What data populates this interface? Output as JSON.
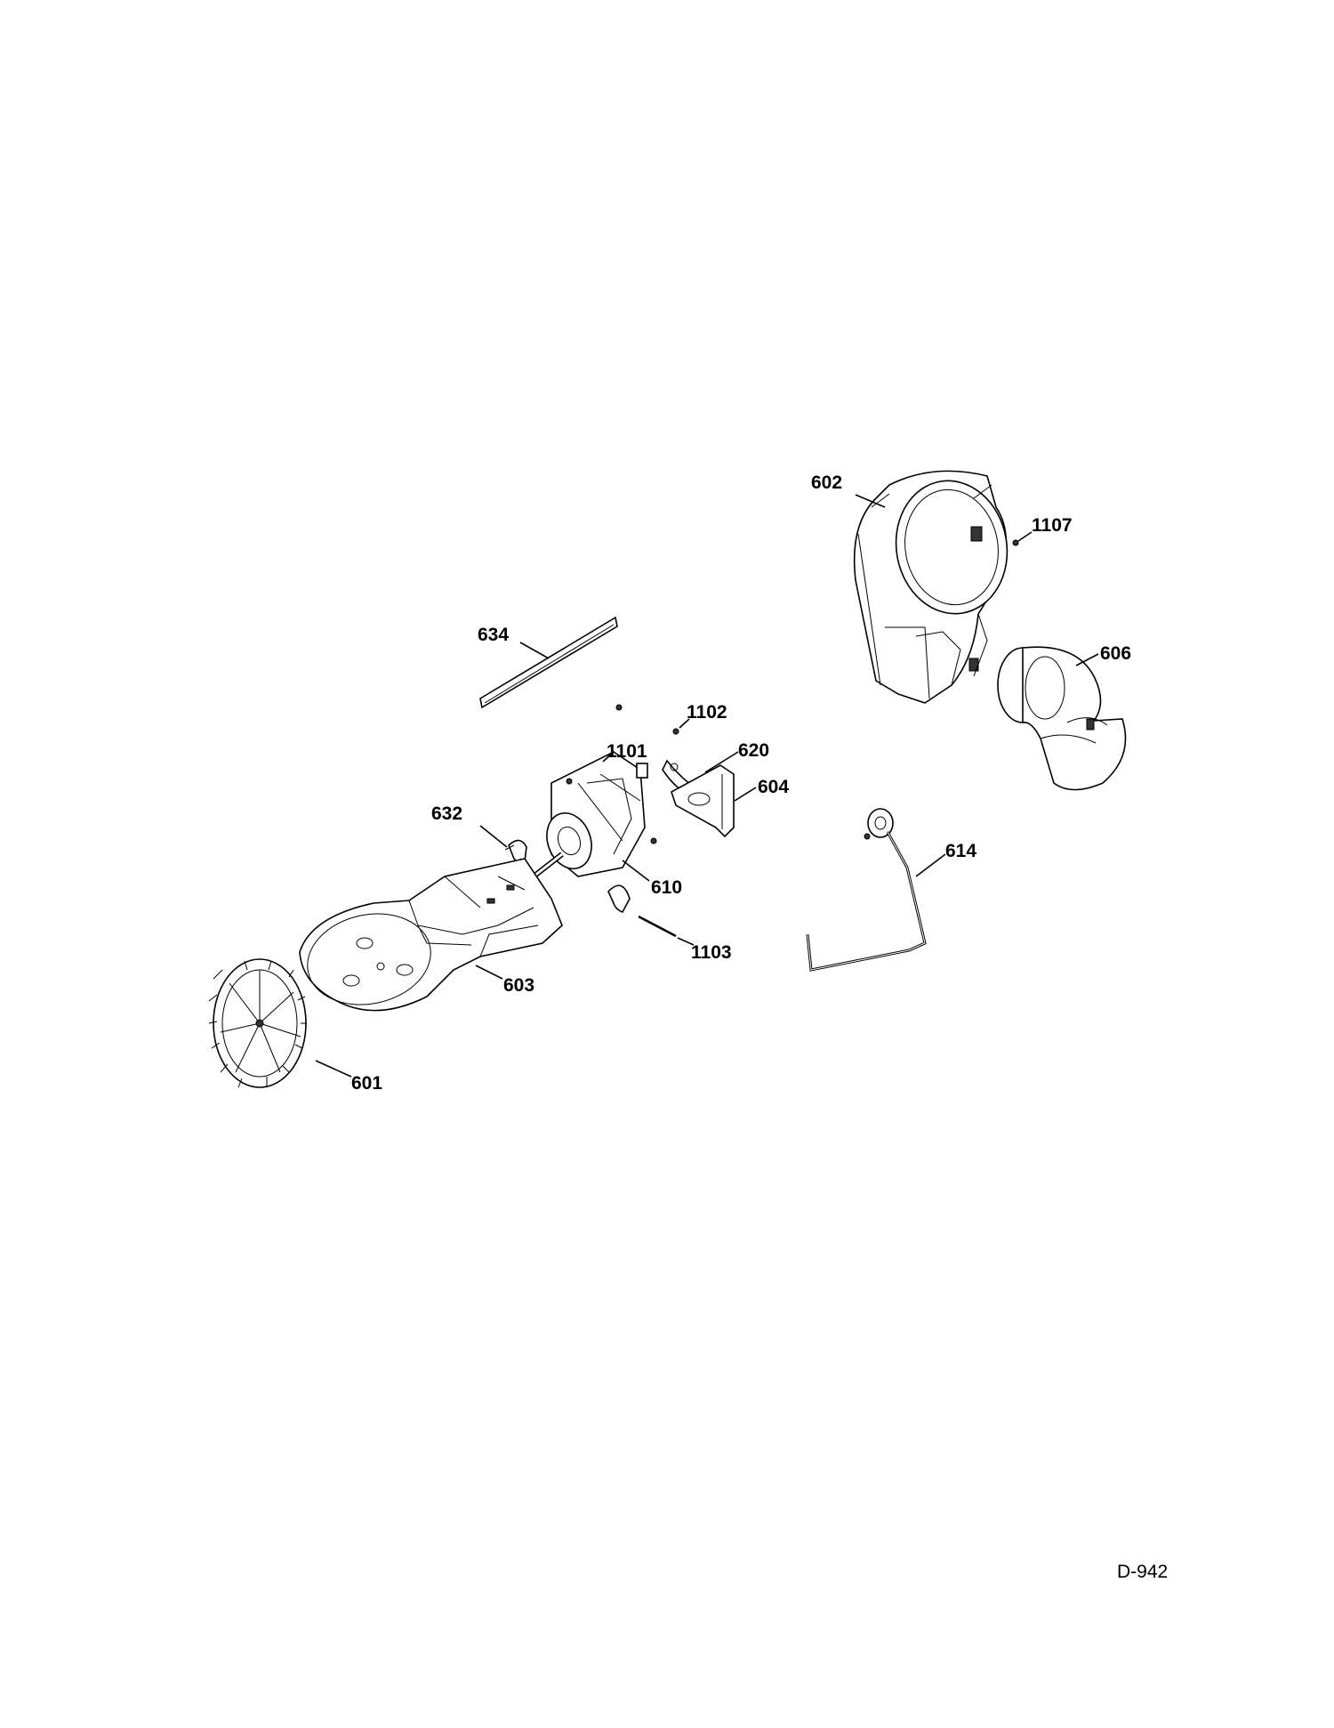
{
  "callouts": {
    "c602": "602",
    "c1107": "1107",
    "c634": "634",
    "c606": "606",
    "c1102": "1102",
    "c1101": "1101",
    "c620": "620",
    "c604": "604",
    "c632": "632",
    "c614": "614",
    "c610": "610",
    "c1103": "1103",
    "c603": "603",
    "c601": "601"
  },
  "page_code": "D-942"
}
